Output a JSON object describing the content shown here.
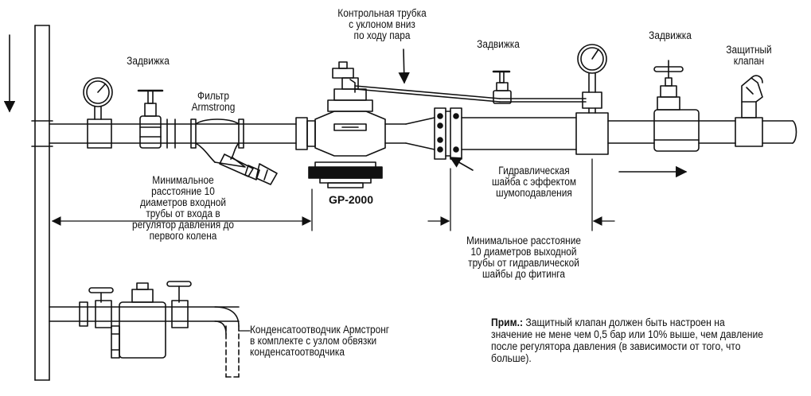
{
  "labels": {
    "control_tube": "Контрольная трубка\nс уклоном вниз\nпо ходу пара",
    "valve_left": "Задвижка",
    "valve_middle": "Задвижка",
    "valve_right": "Задвижка",
    "safety_valve": "Защитный\nклапан",
    "filter": "Фильтр\nArmstrong",
    "regulator_model": "GP-2000",
    "hydraulic_washer": "Гидравлическая\nшайба с эффектом\nшумоподавления",
    "min_dist_inlet": "Минимальное\nрасстояние 10\nдиаметров входной\nтрубы от входа в\nрегулятор давления до\nпервого колена",
    "min_dist_outlet": "Минимальное расстояние\n10 диаметров выходной\nтрубы от гидравлической\nшайбы до фитинга",
    "steam_trap": "Конденсатоотводчик Армстронг\nв комплекте с узлом обвязки\nконденсатоотводчика"
  },
  "note": {
    "prefix": "Прим.:",
    "text": " Защитный клапан должен быть настроен на значение не мене чем 0,5 бар или 10% выше, чем давление после регулятора давления (в зависимости от того, что больше)."
  }
}
